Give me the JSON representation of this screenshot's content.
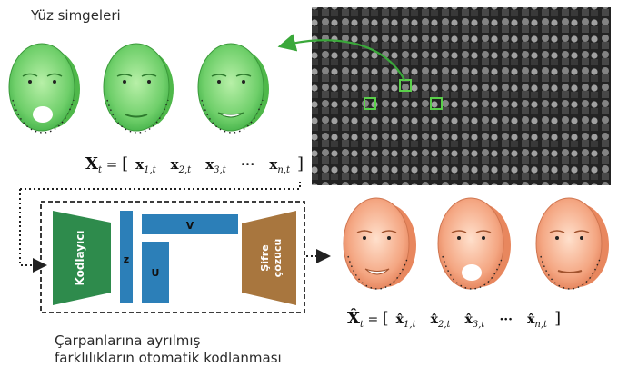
{
  "captions": {
    "top": "Yüz simgeleri",
    "bottom_line1": "Çarpanlarına ayrılmış",
    "bottom_line2": "farklılıkların otomatik kodlanması"
  },
  "equations": {
    "input": {
      "lhs": "X",
      "lhs_sub": "t",
      "elements": [
        "x",
        "x",
        "x"
      ],
      "subs": [
        "1,t",
        "2,t",
        "3,t"
      ],
      "dots": "···",
      "last": "x",
      "last_sub": "n,t"
    },
    "output": {
      "lhs": "X̂",
      "lhs_sub": "t",
      "elements": [
        "x̂",
        "x̂",
        "x̂"
      ],
      "subs": [
        "1,t",
        "2,t",
        "3,t"
      ],
      "dots": "···",
      "last": "x̂",
      "last_sub": "n,t"
    }
  },
  "model": {
    "encoder_label": "Kodlayıcı",
    "z_label": "z",
    "v_label": "V",
    "u_label": "U",
    "decoder_label_1": "Şifre",
    "decoder_label_2": "çözücü"
  },
  "colors": {
    "encoder": "#2e8b4c",
    "latent": "#2c7fb8",
    "decoder": "#a8763e",
    "input_face": "#6fcf6a",
    "output_face": "#f2a07a",
    "arrow": "#3aa83a"
  }
}
